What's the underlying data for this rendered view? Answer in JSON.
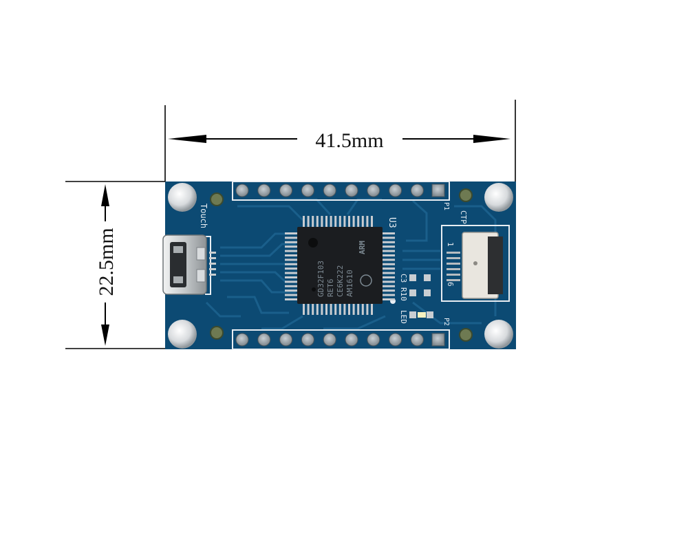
{
  "dimensions": {
    "width_label": "41.5mm",
    "height_label": "22.5mm"
  },
  "board": {
    "labels": {
      "touch": "Touch",
      "u3": "U3",
      "ctp": "CTP",
      "p1": "P1",
      "p2": "P2",
      "c3": "C3",
      "r10": "R10",
      "led": "LED",
      "pin1": "1",
      "pin6": "6"
    },
    "chip_text": {
      "line1": "GD32F103",
      "line2": "RET6",
      "line3": "CE6K222",
      "line4": "AM1610",
      "brand": "ARM"
    },
    "colors": {
      "pcb": "#0c4a73",
      "silkscreen": "#e9eef3",
      "chip": "#1b1d20"
    }
  }
}
